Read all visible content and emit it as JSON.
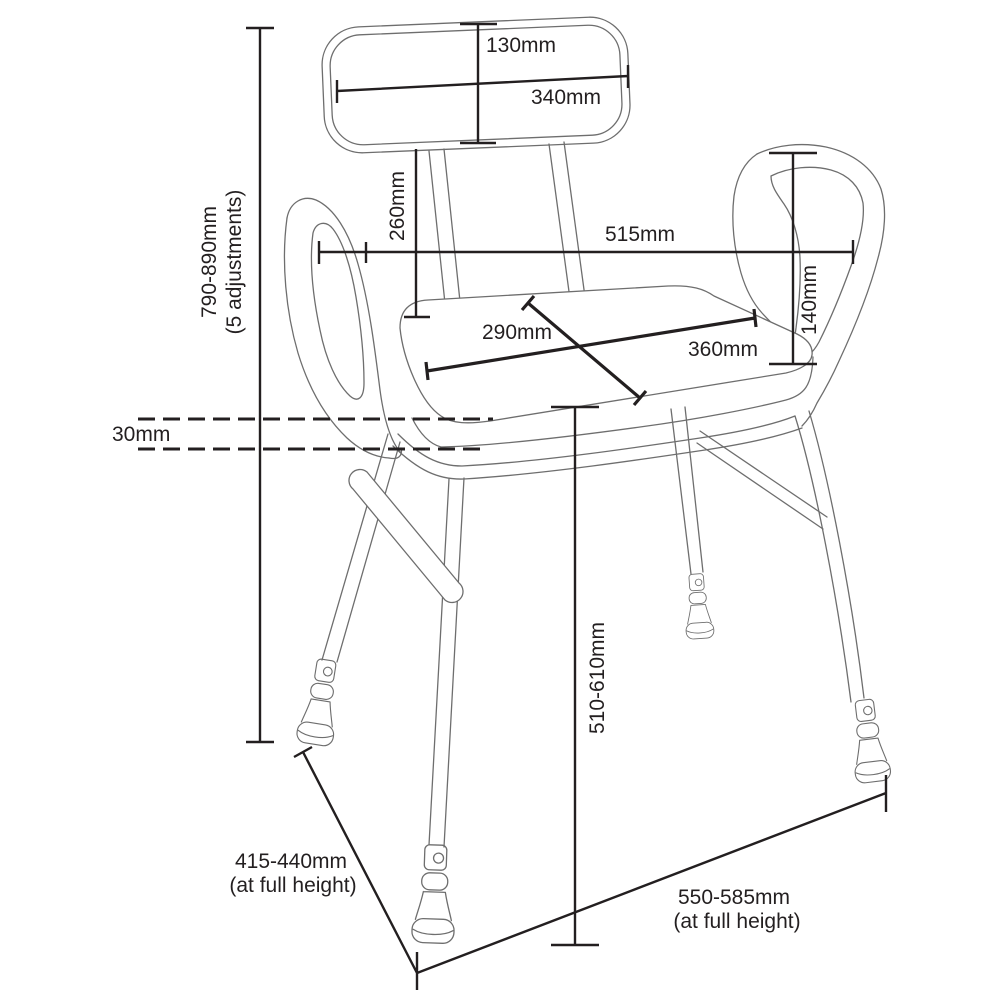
{
  "labels": {
    "backrest_height": "130mm",
    "backrest_width": "340mm",
    "backrest_drop": "260mm",
    "armrest_span": "515mm",
    "armrest_height": "140mm",
    "seat_depth": "290mm",
    "seat_width": "360mm",
    "seat_increment": "30mm",
    "seat_height": "510-610mm",
    "overall_height": {
      "value": "790-890mm",
      "note": "(5 adjustments)"
    },
    "base_depth": {
      "value": "415-440mm",
      "note": "(at full height)"
    },
    "base_width": {
      "value": "550-585mm",
      "note": "(at full height)"
    }
  },
  "colors": {
    "background": "#ffffff",
    "chair_line": "#6e6e6e",
    "dimension_line": "#231f20"
  }
}
